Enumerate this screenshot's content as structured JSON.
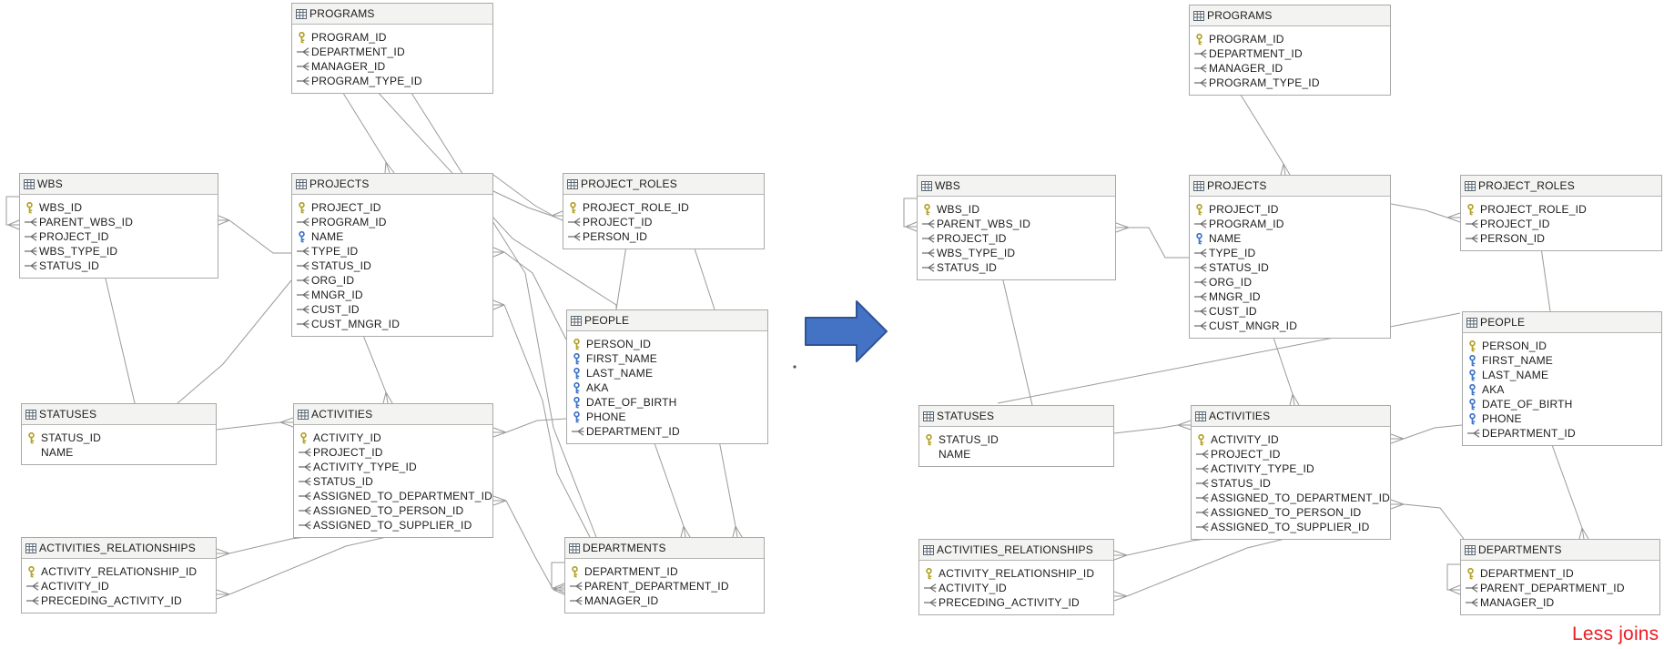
{
  "diagram": {
    "tables": [
      {
        "id": "programs",
        "title": "PROGRAMS",
        "columns": [
          {
            "key": "pk",
            "name": "PROGRAM_ID"
          },
          {
            "key": "fk",
            "name": "DEPARTMENT_ID"
          },
          {
            "key": "fk",
            "name": "MANAGER_ID"
          },
          {
            "key": "fk",
            "name": "PROGRAM_TYPE_ID"
          }
        ]
      },
      {
        "id": "wbs",
        "title": "WBS",
        "columns": [
          {
            "key": "pk",
            "name": "WBS_ID"
          },
          {
            "key": "fk",
            "name": "PARENT_WBS_ID"
          },
          {
            "key": "fk",
            "name": "PROJECT_ID"
          },
          {
            "key": "fk",
            "name": "WBS_TYPE_ID"
          },
          {
            "key": "fk",
            "name": "STATUS_ID"
          }
        ]
      },
      {
        "id": "projects",
        "title": "PROJECTS",
        "columns": [
          {
            "key": "pk",
            "name": "PROJECT_ID"
          },
          {
            "key": "fk",
            "name": "PROGRAM_ID"
          },
          {
            "key": "uk",
            "name": "NAME"
          },
          {
            "key": "fk",
            "name": "TYPE_ID"
          },
          {
            "key": "fk",
            "name": "STATUS_ID"
          },
          {
            "key": "fk",
            "name": "ORG_ID"
          },
          {
            "key": "fk",
            "name": "MNGR_ID"
          },
          {
            "key": "fk",
            "name": "CUST_ID"
          },
          {
            "key": "fk",
            "name": "CUST_MNGR_ID"
          }
        ]
      },
      {
        "id": "project_roles",
        "title": "PROJECT_ROLES",
        "columns": [
          {
            "key": "pk",
            "name": "PROJECT_ROLE_ID"
          },
          {
            "key": "fk",
            "name": "PROJECT_ID"
          },
          {
            "key": "fk",
            "name": "PERSON_ID"
          }
        ]
      },
      {
        "id": "people",
        "title": "PEOPLE",
        "columns": [
          {
            "key": "pk",
            "name": "PERSON_ID"
          },
          {
            "key": "uk",
            "name": "FIRST_NAME"
          },
          {
            "key": "uk",
            "name": "LAST_NAME"
          },
          {
            "key": "uk",
            "name": "AKA"
          },
          {
            "key": "uk",
            "name": "DATE_OF_BIRTH"
          },
          {
            "key": "uk",
            "name": "PHONE"
          },
          {
            "key": "fk",
            "name": "DEPARTMENT_ID"
          }
        ]
      },
      {
        "id": "statuses",
        "title": "STATUSES",
        "columns": [
          {
            "key": "pk",
            "name": "STATUS_ID"
          },
          {
            "key": "none",
            "name": "NAME"
          }
        ]
      },
      {
        "id": "activities",
        "title": "ACTIVITIES",
        "columns": [
          {
            "key": "pk",
            "name": "ACTIVITY_ID"
          },
          {
            "key": "fk",
            "name": "PROJECT_ID"
          },
          {
            "key": "fk",
            "name": "ACTIVITY_TYPE_ID"
          },
          {
            "key": "fk",
            "name": "STATUS_ID"
          },
          {
            "key": "fk",
            "name": "ASSIGNED_TO_DEPARTMENT_ID"
          },
          {
            "key": "fk",
            "name": "ASSIGNED_TO_PERSON_ID"
          },
          {
            "key": "fk",
            "name": "ASSIGNED_TO_SUPPLIER_ID"
          }
        ]
      },
      {
        "id": "activities_relationships",
        "title": "ACTIVITIES_RELATIONSHIPS",
        "columns": [
          {
            "key": "pk",
            "name": "ACTIVITY_RELATIONSHIP_ID"
          },
          {
            "key": "fk",
            "name": "ACTIVITY_ID"
          },
          {
            "key": "fk",
            "name": "PRECEDING_ACTIVITY_ID"
          }
        ]
      },
      {
        "id": "departments",
        "title": "DEPARTMENTS",
        "columns": [
          {
            "key": "pk",
            "name": "DEPARTMENT_ID"
          },
          {
            "key": "fk",
            "name": "PARENT_DEPARTMENT_ID"
          },
          {
            "key": "fk",
            "name": "MANAGER_ID"
          }
        ]
      }
    ],
    "instances": [
      "left",
      "right"
    ],
    "annotation": {
      "less_joins_label": "Less joins"
    },
    "colors": {
      "primary_key": "#b3a229",
      "unique_key": "#3e74c9",
      "foreign_key": "#6e6e6e",
      "connector": "#9a9a9a",
      "arrow_fill": "#4472c4",
      "arrow_stroke": "#2e5496",
      "less_joins_text": "#ec1c24",
      "header_bg": "#f3f3f2",
      "table_border": "#a9a9a9",
      "header_icon": "#5a6672"
    }
  }
}
